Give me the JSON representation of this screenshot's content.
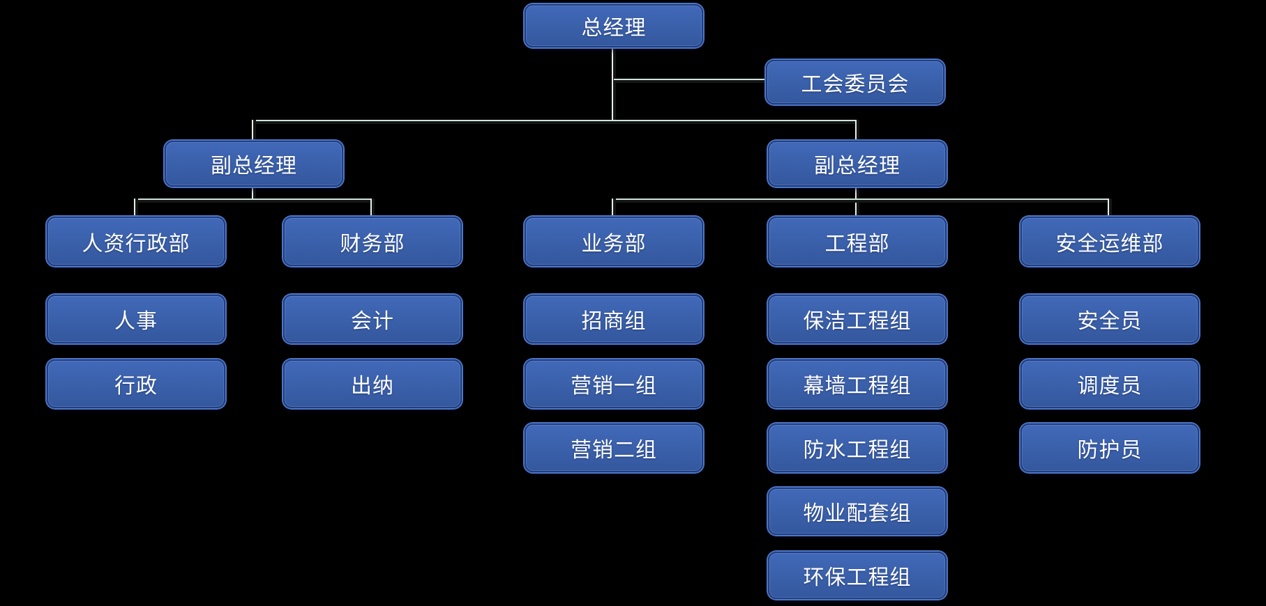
{
  "colors": {
    "canvas_background": "#000000",
    "box_fill_top": "#4169b8",
    "box_fill_bottom": "#34589e",
    "box_ring_light": "#4d76c4",
    "box_border_dark": "#203e85",
    "box_text": "#ffffff",
    "line_body": "#141614",
    "line_highlight_h": "#cfe4dc",
    "line_highlight_v": "#e8eee9"
  },
  "org": {
    "general_manager": "总经理",
    "union_committee": "工会委员会",
    "deputy_left": "副总经理",
    "deputy_right": "副总经理",
    "departments": [
      {
        "name": "人资行政部",
        "teams": [
          "人事",
          "行政"
        ]
      },
      {
        "name": "财务部",
        "teams": [
          "会计",
          "出纳"
        ]
      },
      {
        "name": "业务部",
        "teams": [
          "招商组",
          "营销一组",
          "营销二组"
        ]
      },
      {
        "name": "工程部",
        "teams": [
          "保洁工程组",
          "幕墙工程组",
          "防水工程组",
          "物业配套组",
          "环保工程组"
        ]
      },
      {
        "name": "安全运维部",
        "teams": [
          "安全员",
          "调度员",
          "防护员"
        ]
      }
    ]
  }
}
